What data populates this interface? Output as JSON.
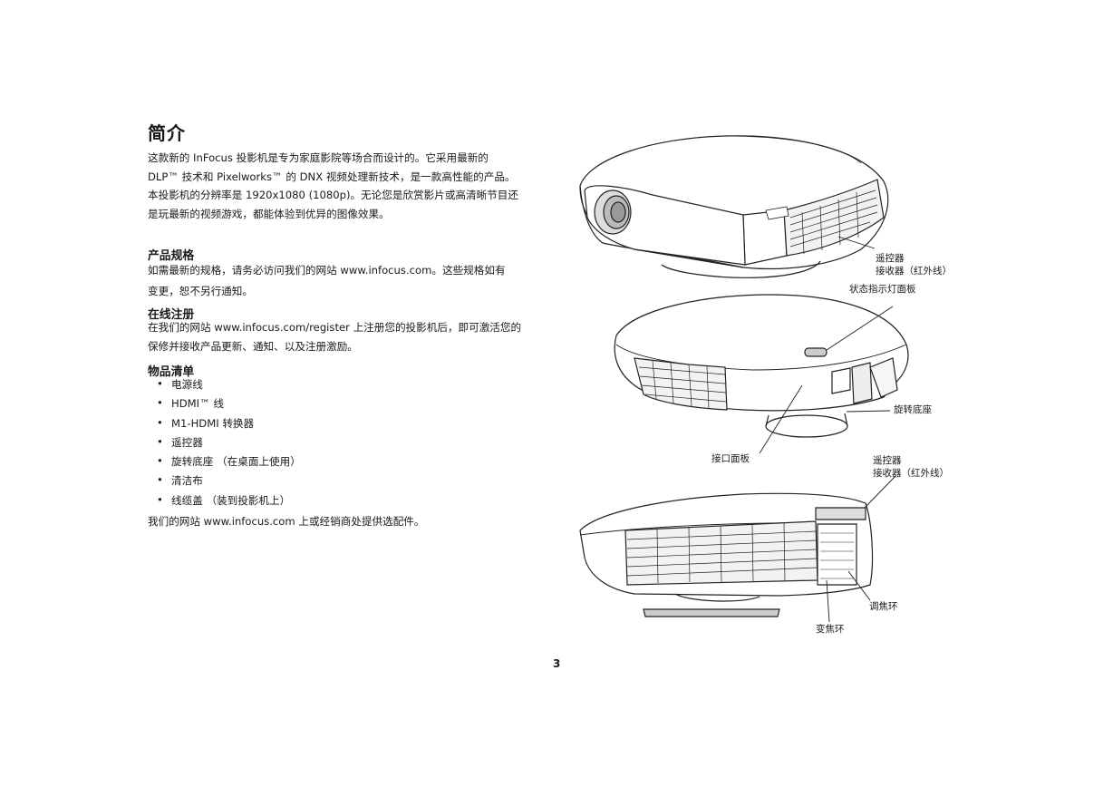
{
  "title": "简介",
  "intro": {
    "lines": [
      "这款新的 InFocus 投影机是专为家庭影院等场合而设计的。它采用最新的",
      "DLP™ 技术和 Pixelworks™ 的 DNX 视频处理新技术，是一款高性能的产品。",
      "本投影机的分辨率是 1920x1080 (1080p)。无论您是欣赏影片或高清晰节目还",
      "是玩最新的视频游戏，都能体验到优异的图像效果。"
    ]
  },
  "specs": {
    "heading": "产品规格",
    "lines": [
      "如需最新的规格，请务必访问我们的网站 www.infocus.com。这些规格如有",
      "变更，恕不另行通知。"
    ]
  },
  "registration": {
    "heading": "在线注册",
    "lines": [
      "在我们的网站 www.infocus.com/register 上注册您的投影机后，即可激活您的",
      "保修并接收产品更新、通知、以及注册激励。"
    ]
  },
  "contents": {
    "heading": "物品清单",
    "bullet": "•",
    "items": [
      "电源线",
      "HDMI™ 线",
      "M1-HDMI 转换器",
      "遥控器",
      "旋转底座 （在桌面上使用）",
      "清洁布",
      "线缆盖 （装到投影机上）"
    ],
    "footer": "我们的网站 www.infocus.com 上或经销商处提供选配件。"
  },
  "labels": {
    "ir_receiver_top": [
      "遥控器",
      "接收器（红外线）"
    ],
    "status_panel": "状态指示灯面板",
    "swivel_base": "旋转底座",
    "connector_panel": "接口面板",
    "ir_receiver_rear": [
      "遥控器",
      "接收器（红外线）"
    ],
    "focus_ring": "调焦环",
    "zoom_ring": "变焦环"
  },
  "page_number": "3"
}
